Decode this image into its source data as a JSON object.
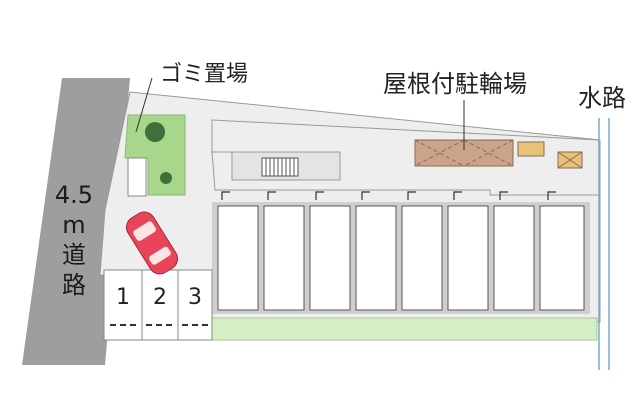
{
  "labels": {
    "garbage": "ゴミ置場",
    "bike_shed": "屋根付駐輪場",
    "waterway": "水路",
    "road": [
      "4.5",
      "m",
      "道",
      "路"
    ]
  },
  "parking_slots": [
    "1",
    "2",
    "3"
  ],
  "colors": {
    "road": "#9e9e9e",
    "site": "#eeeeee",
    "outline": "#9a9a9a",
    "green": "#a8d68a",
    "green_strip": "#d6eec6",
    "roof": "#c9a48a",
    "car": "#e8455a",
    "water_line": "#7aa9cf"
  }
}
